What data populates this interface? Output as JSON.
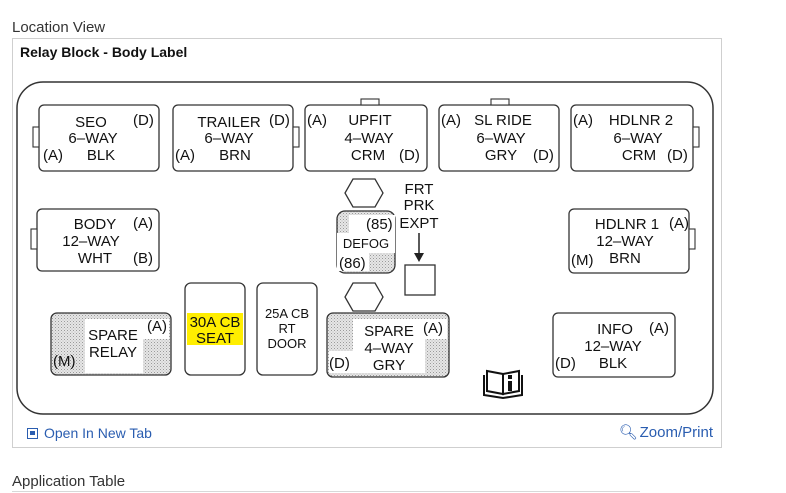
{
  "page": {
    "location_title": "Location View",
    "application_title": "Application Table"
  },
  "panel": {
    "title": "Relay Block - Body Label",
    "open_tab_label": "Open In New Tab",
    "zoom_label": "Zoom/Print"
  },
  "diagram": {
    "seo": [
      "SEO",
      "6–WAY",
      "BLK",
      "(D)",
      "(A)"
    ],
    "trailer": [
      "TRAILER",
      "6–WAY",
      "BRN",
      "(D)",
      "(A)"
    ],
    "upfit": [
      "UPFIT",
      "4–WAY",
      "CRM",
      "(A)",
      "(D)"
    ],
    "slride": [
      "SL RIDE",
      "6–WAY",
      "GRY",
      "(A)",
      "(D)"
    ],
    "hdlnr2": [
      "HDLNR 2",
      "6–WAY",
      "CRM",
      "(A)",
      "(D)"
    ],
    "body": [
      "BODY",
      "12–WAY",
      "WHT",
      "(A)",
      "(B)"
    ],
    "defog": [
      "DEFOG",
      "(85)",
      "(86)"
    ],
    "frtprk": [
      "FRT",
      "PRK",
      "EXPT"
    ],
    "hdlnr1": [
      "HDLNR 1",
      "12–WAY",
      "BRN",
      "(A)",
      "(M)"
    ],
    "spare_relay": [
      "SPARE",
      "RELAY",
      "(A)",
      "(M)"
    ],
    "cb30": [
      "30A CB",
      "SEAT"
    ],
    "cb25": [
      "25A CB",
      "RT",
      "DOOR"
    ],
    "spare4": [
      "SPARE",
      "4–WAY",
      "GRY",
      "(A)",
      "(D)"
    ],
    "info": [
      "INFO",
      "12–WAY",
      "BLK",
      "(A)",
      "(D)"
    ],
    "info_icon": "book-info-icon",
    "highlight_color": "#ffee00"
  }
}
